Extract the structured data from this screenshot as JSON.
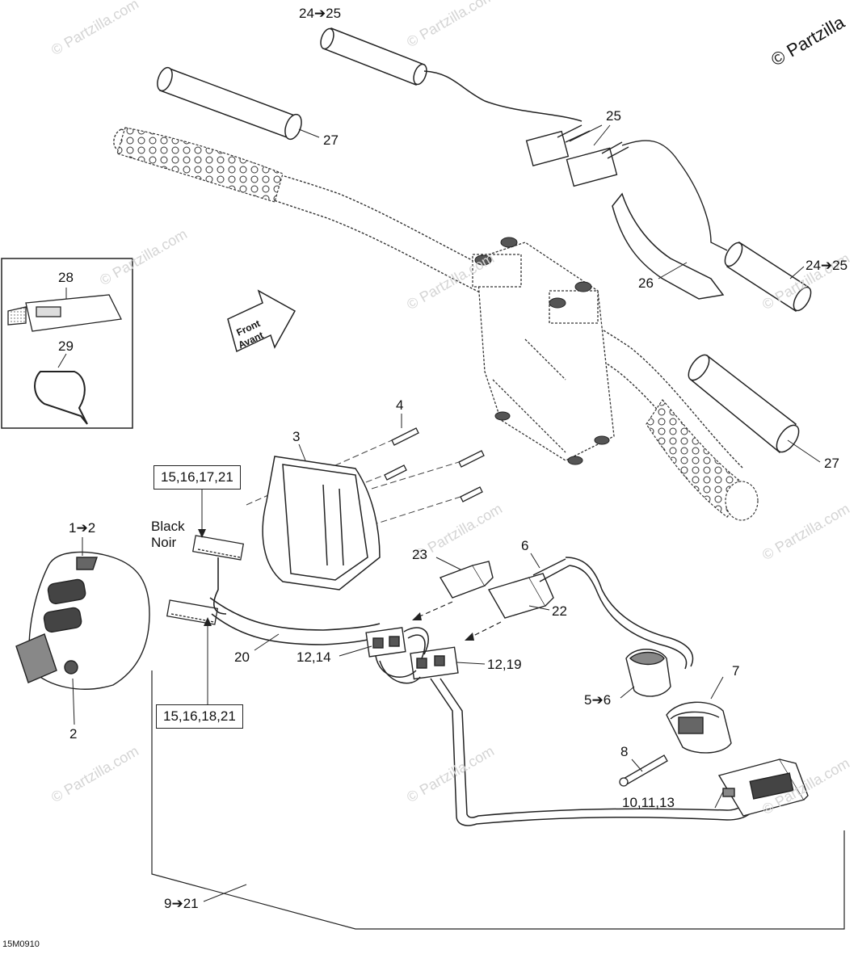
{
  "copyright": "© Partzilla",
  "watermark": "© Partzilla.com",
  "diagram_code": "15M0910",
  "front_arrow": {
    "line1": "Front",
    "line2": "Avant"
  },
  "connector_label": {
    "line1": "Black",
    "line2": "Noir"
  },
  "callouts": {
    "c24_25_top": "24➔25",
    "c27_top": "27",
    "c25": "25",
    "c26": "26",
    "c24_25_right": "24➔25",
    "c27_right": "27",
    "c28": "28",
    "c29": "29",
    "c4": "4",
    "c3": "3",
    "c15_16_17_21": "15,16,17,21",
    "c1_2": "1➔2",
    "c2": "2",
    "c6": "6",
    "c23": "23",
    "c22": "22",
    "c20": "20",
    "c12_14": "12,14",
    "c12_19": "12,19",
    "c7": "7",
    "c5_6": "5➔6",
    "c8": "8",
    "c15_16_18_21": "15,16,18,21",
    "c10_11_13": "10,11,13",
    "c9_21": "9➔21"
  }
}
